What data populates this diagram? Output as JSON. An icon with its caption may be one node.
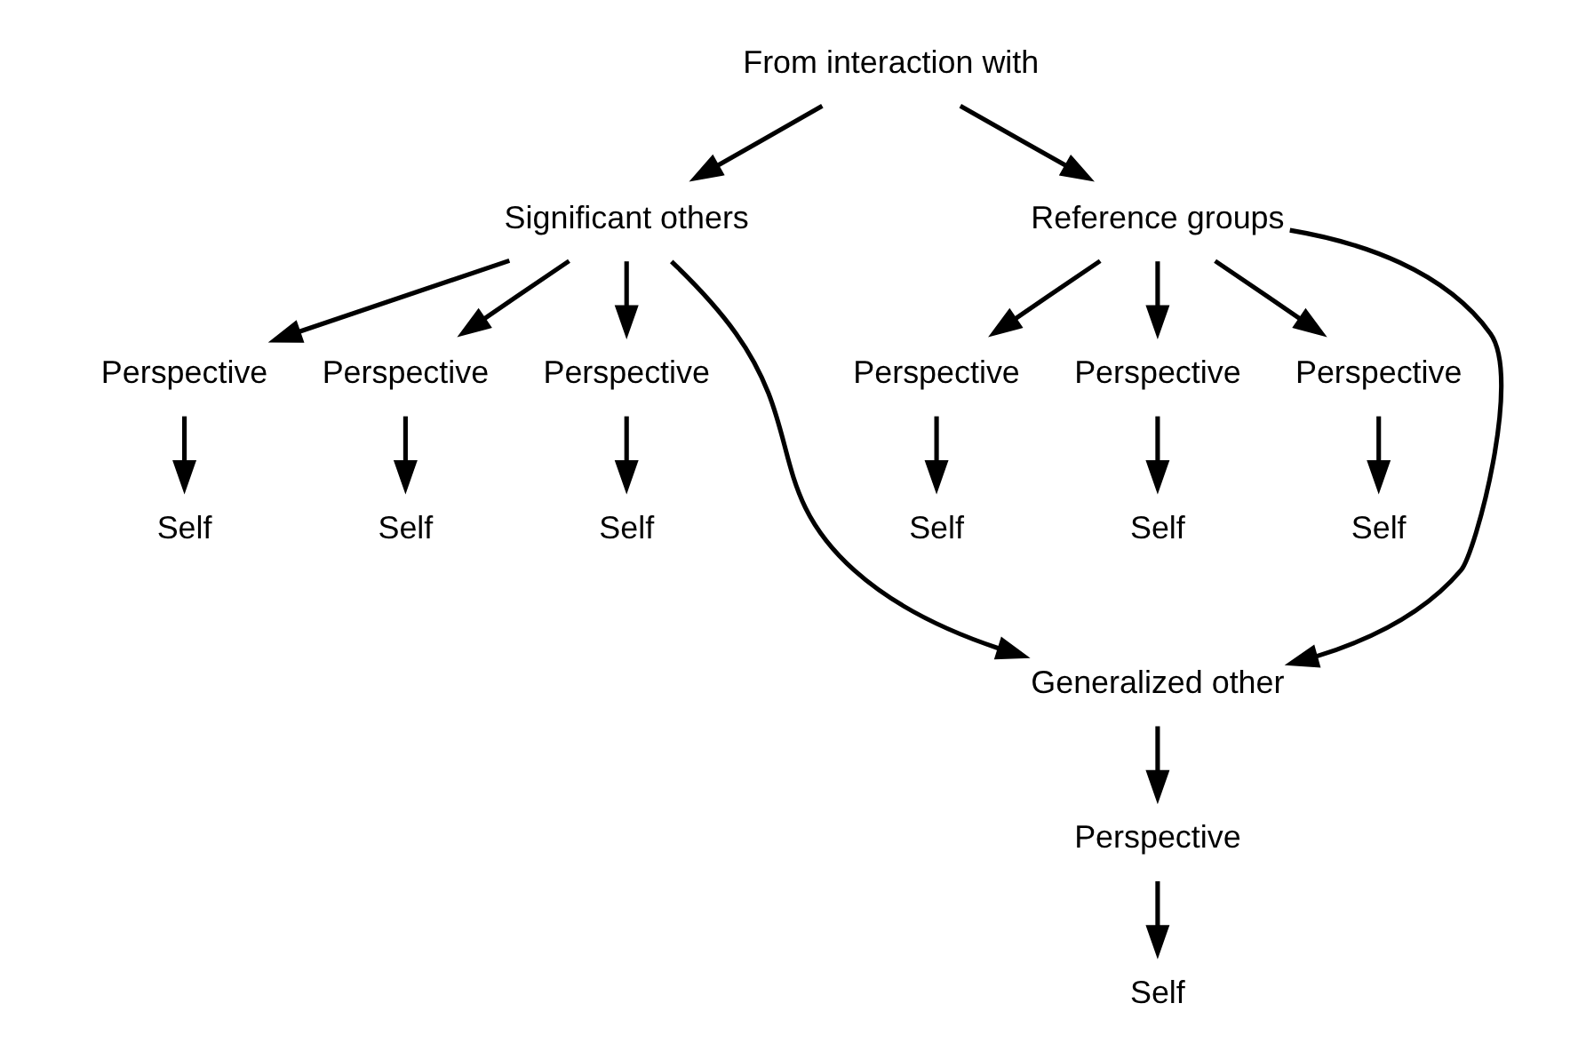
{
  "diagram": {
    "nodes": [
      {
        "text": [
          "From interaction with"
        ]
      },
      {
        "text": [
          "Significant others"
        ]
      },
      {
        "text": [
          "Reference groups"
        ]
      },
      {
        "text": [
          "Perspective"
        ]
      },
      {
        "text": [
          "Perspective"
        ]
      },
      {
        "text": [
          "Perspective"
        ]
      },
      {
        "text": [
          "Perspective"
        ]
      },
      {
        "text": [
          "Perspective"
        ]
      },
      {
        "text": [
          "Perspective"
        ]
      },
      {
        "text": [
          "Self"
        ]
      },
      {
        "text": [
          "Self"
        ]
      },
      {
        "text": [
          "Self"
        ]
      },
      {
        "text": [
          "Self"
        ]
      },
      {
        "text": [
          "Self"
        ]
      },
      {
        "text": [
          "Self"
        ]
      },
      {
        "text": [
          "Generalized other"
        ]
      },
      {
        "text": [
          "Perspective"
        ]
      },
      {
        "text": [
          "Self"
        ]
      }
    ],
    "edges": [
      {
        "from": 0,
        "to": 1,
        "arrow": "to"
      },
      {
        "from": 0,
        "to": 2,
        "arrow": "to"
      },
      {
        "from": 1,
        "to": 3,
        "arrow": "to"
      },
      {
        "from": 1,
        "to": 4,
        "arrow": "to"
      },
      {
        "from": 1,
        "to": 5,
        "arrow": "to"
      },
      {
        "from": 2,
        "to": 6,
        "arrow": "to"
      },
      {
        "from": 2,
        "to": 7,
        "arrow": "to"
      },
      {
        "from": 2,
        "to": 8,
        "arrow": "to"
      },
      {
        "from": 3,
        "to": 9,
        "arrow": "to"
      },
      {
        "from": 4,
        "to": 10,
        "arrow": "to"
      },
      {
        "from": 5,
        "to": 11,
        "arrow": "to"
      },
      {
        "from": 6,
        "to": 12,
        "arrow": "to"
      },
      {
        "from": 7,
        "to": 13,
        "arrow": "to"
      },
      {
        "from": 8,
        "to": 14,
        "arrow": "to"
      },
      {
        "from": 1,
        "to": 15,
        "arrow": "to"
      },
      {
        "from": 2,
        "to": 15,
        "arrow": "to"
      },
      {
        "from": 15,
        "to": 16,
        "arrow": "to"
      },
      {
        "from": 16,
        "to": 17,
        "arrow": "to"
      }
    ]
  }
}
